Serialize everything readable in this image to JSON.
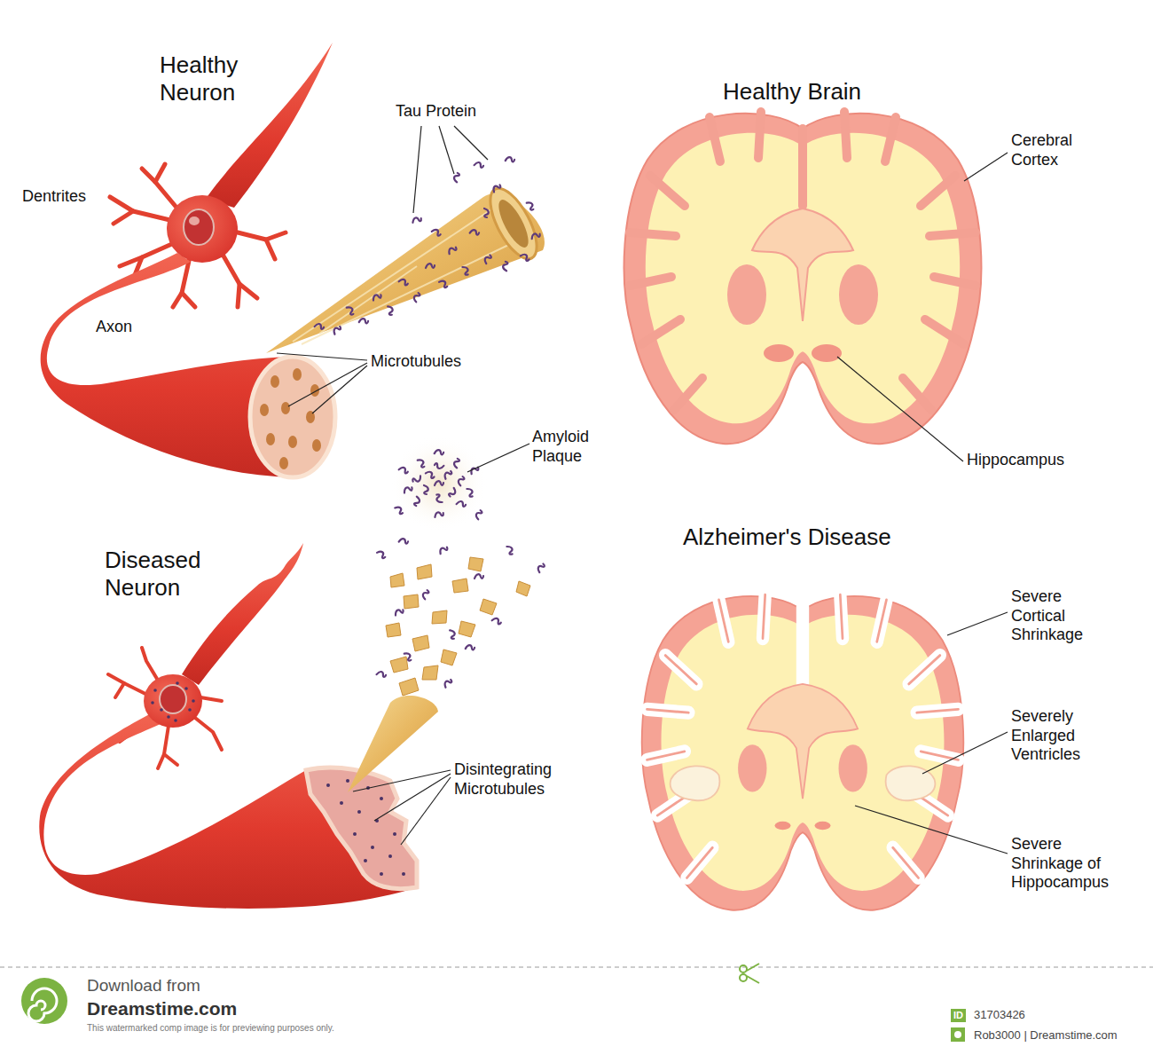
{
  "diagram": {
    "labels": [
      "Healthy Neuron",
      "Dentrites",
      "Axon",
      "Tau Protein",
      "Microtubules",
      "Amyloid Plaque",
      "Diseased Neuron",
      "Disintegrating Microtubules",
      "Healthy Brain",
      "Cerebral Cortex",
      "Hippocampus",
      "Alzheimer's Disease",
      "Severe Cortical Shrinkage",
      "Severely Enlarged Ventricles",
      "Severe Shrinkage of Hippocampus",
      "Download from",
      "Dreamstime.com",
      "This watermarked comp image is for previewing purposes only.",
      "ID",
      "31703426",
      "Rob3000 | Dreamstime.com"
    ]
  }
}
